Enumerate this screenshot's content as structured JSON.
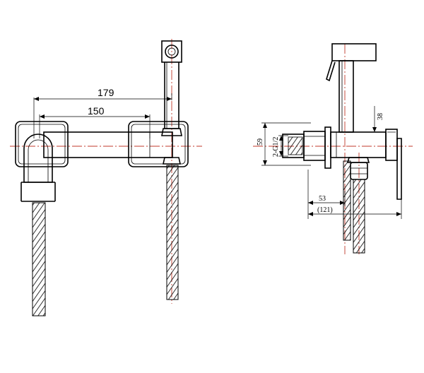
{
  "front_view": {
    "dim_overall": "179",
    "dim_center": "150"
  },
  "side_view": {
    "dim_height": "59",
    "dim_thread": "2-G1/2",
    "dim_top": "38",
    "dim_depth": "53",
    "dim_total": "(121)"
  }
}
